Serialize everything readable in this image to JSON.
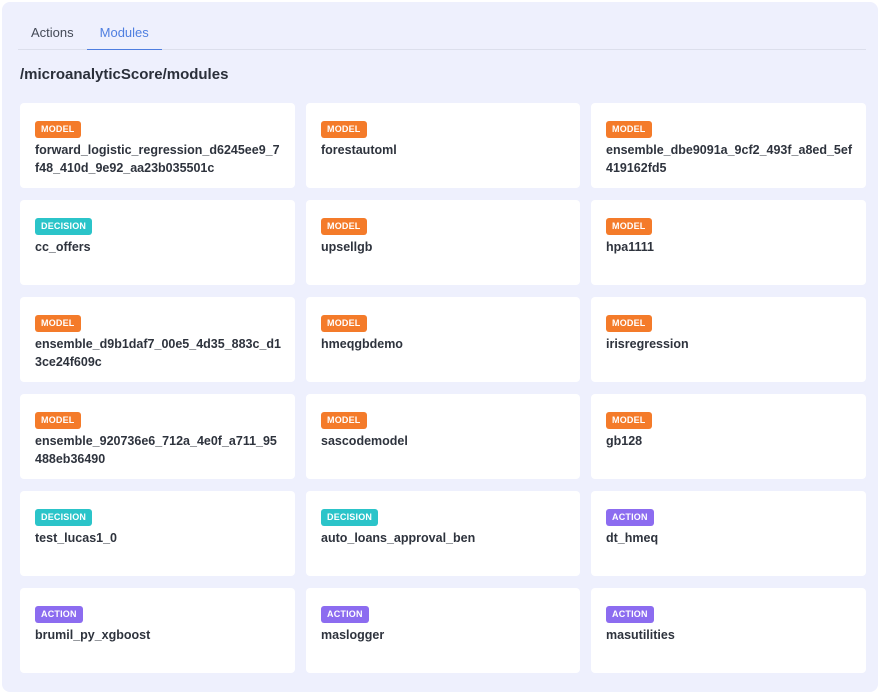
{
  "tabs": [
    {
      "label": "Actions",
      "active": false
    },
    {
      "label": "Modules",
      "active": true
    }
  ],
  "path": "/microanalyticScore/modules",
  "badge_colors": {
    "MODEL": "#f47b2a",
    "DECISION": "#2bc4c9",
    "ACTION": "#8c6cf0"
  },
  "modules": [
    {
      "type": "MODEL",
      "name": "forward_logistic_regression_d6245ee9_7f48_410d_9e92_aa23b035501c"
    },
    {
      "type": "MODEL",
      "name": "forestautoml"
    },
    {
      "type": "MODEL",
      "name": "ensemble_dbe9091a_9cf2_493f_a8ed_5ef419162fd5"
    },
    {
      "type": "DECISION",
      "name": "cc_offers"
    },
    {
      "type": "MODEL",
      "name": "upsellgb"
    },
    {
      "type": "MODEL",
      "name": "hpa1111"
    },
    {
      "type": "MODEL",
      "name": "ensemble_d9b1daf7_00e5_4d35_883c_d13ce24f609c"
    },
    {
      "type": "MODEL",
      "name": "hmeqgbdemo"
    },
    {
      "type": "MODEL",
      "name": "irisregression"
    },
    {
      "type": "MODEL",
      "name": "ensemble_920736e6_712a_4e0f_a711_95488eb36490"
    },
    {
      "type": "MODEL",
      "name": "sascodemodel"
    },
    {
      "type": "MODEL",
      "name": "gb128"
    },
    {
      "type": "DECISION",
      "name": "test_lucas1_0"
    },
    {
      "type": "DECISION",
      "name": "auto_loans_approval_ben"
    },
    {
      "type": "ACTION",
      "name": "dt_hmeq"
    },
    {
      "type": "ACTION",
      "name": "brumil_py_xgboost"
    },
    {
      "type": "ACTION",
      "name": "maslogger"
    },
    {
      "type": "ACTION",
      "name": "masutilities"
    }
  ]
}
